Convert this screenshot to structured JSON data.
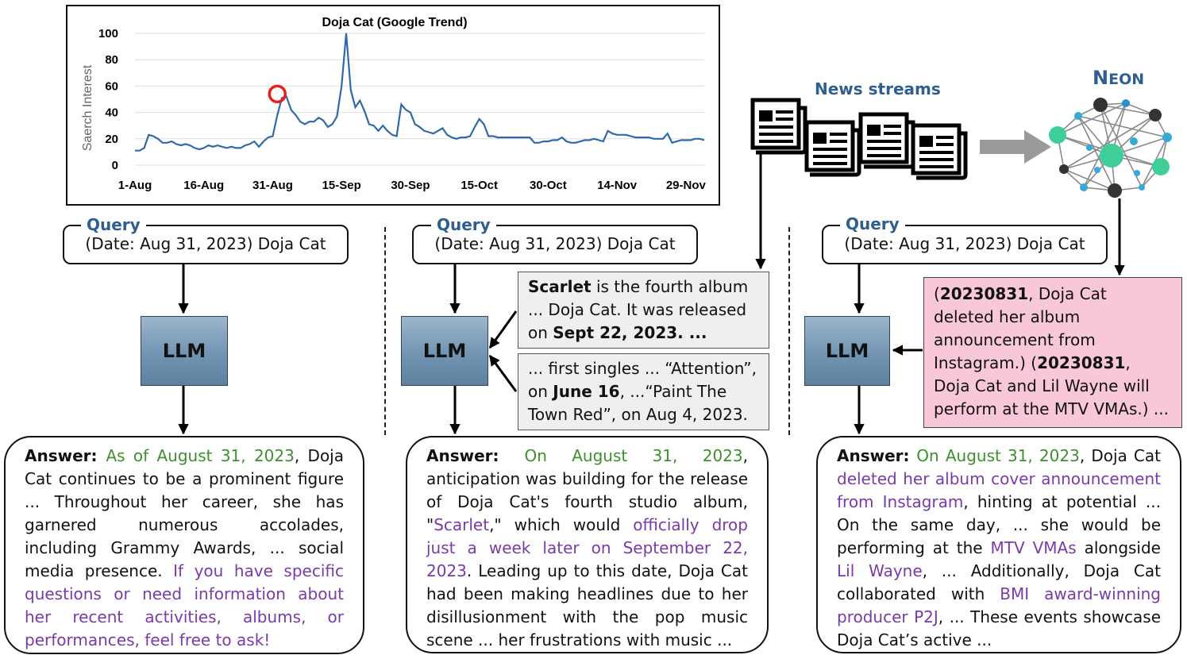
{
  "chart_data": {
    "type": "line",
    "title": "Doja Cat (Google Trend)",
    "xlabel": "",
    "ylabel": "Saerch Interest",
    "ylim": [
      0,
      100
    ],
    "yticks": [
      "0",
      "20",
      "40",
      "60",
      "80",
      "100"
    ],
    "xtick_labels": [
      "1-Aug",
      "16-Aug",
      "31-Aug",
      "15-Sep",
      "30-Sep",
      "15-Oct",
      "30-Oct",
      "14-Nov",
      "29-Nov"
    ],
    "x_start": "2023-08-01",
    "x_end": "2023-11-30",
    "values": [
      11,
      11,
      13,
      23,
      22,
      20,
      17,
      17,
      18,
      16,
      15,
      16,
      15,
      13,
      12,
      13,
      15,
      14,
      15,
      14,
      13,
      14,
      13,
      13,
      15,
      16,
      18,
      14,
      18,
      21,
      22,
      38,
      51,
      52,
      42,
      38,
      33,
      31,
      33,
      33,
      36,
      34,
      29,
      31,
      37,
      60,
      100,
      57,
      44,
      49,
      41,
      31,
      30,
      26,
      30,
      26,
      23,
      22,
      46,
      42,
      40,
      31,
      29,
      26,
      25,
      24,
      26,
      28,
      23,
      21,
      20,
      21,
      21,
      22,
      29,
      35,
      31,
      22,
      22,
      21,
      21,
      21,
      21,
      21,
      21,
      21,
      21,
      17,
      17,
      18,
      18,
      19,
      19,
      21,
      18,
      17,
      17,
      18,
      19,
      19,
      20,
      19,
      18,
      26,
      24,
      23,
      23,
      23,
      22,
      21,
      21,
      21,
      21,
      20,
      20,
      20,
      24,
      17,
      18,
      19,
      19,
      19,
      20,
      20,
      19
    ],
    "highlight": {
      "x": "2023-08-31",
      "value": 51,
      "color": "#e8201c"
    },
    "line_color": "#2e6aa8",
    "grid": true,
    "legend": "none"
  },
  "news": {
    "title": "News streams"
  },
  "neon": {
    "title_big": "N",
    "title_small": "EON"
  },
  "panels": {
    "left": {
      "query_label": "Query",
      "query_text": "(Date: Aug 31, 2023) Doja Cat",
      "llm_label": "LLM",
      "answer": [
        {
          "t": "Answer: ",
          "s": "b"
        },
        {
          "t": "As of August 31, 2023",
          "s": "green"
        },
        {
          "t": ", Doja Cat continues to be a prominent figure ... Throughout her career, she has garnered numerous accolades, including Grammy Awards, ... social media presence. ",
          "s": ""
        },
        {
          "t": "If you have specific questions or need information about her recent activities, albums, or performances, feel free to ask!",
          "s": "purple"
        }
      ]
    },
    "middle": {
      "query_label": "Query",
      "query_text": "(Date: Aug 31, 2023) Doja Cat",
      "llm_label": "LLM",
      "doc1": [
        {
          "t": "Scarlet",
          "s": "b"
        },
        {
          "t": " is the fourth album ... Doja Cat. It was released on ",
          "s": ""
        },
        {
          "t": "Sept 22, 2023. ...",
          "s": "b"
        }
      ],
      "doc2": [
        {
          "t": "... first singles ... “Attention”, on ",
          "s": ""
        },
        {
          "t": "June 16",
          "s": "b"
        },
        {
          "t": ", ...“Paint The Town Red”, on Aug 4, 2023.",
          "s": ""
        }
      ],
      "answer": [
        {
          "t": "Answer: ",
          "s": "b"
        },
        {
          "t": "On August 31, 2023",
          "s": "green"
        },
        {
          "t": ", anticipation was building for the release of Doja Cat's fourth studio album, \"",
          "s": ""
        },
        {
          "t": "Scarlet",
          "s": "purple"
        },
        {
          "t": ",\" which would ",
          "s": ""
        },
        {
          "t": "officially drop just a week later on September 22, 2023",
          "s": "purple"
        },
        {
          "t": ". Leading up to this date, Doja Cat had been making headlines due to her disillusionment with the pop music scene ... her frustrations with music ...",
          "s": ""
        }
      ]
    },
    "right": {
      "query_label": "Query",
      "query_text": "(Date: Aug 31, 2023) Doja Cat",
      "llm_label": "LLM",
      "doc": [
        {
          "t": "(",
          "s": ""
        },
        {
          "t": "20230831",
          "s": "b"
        },
        {
          "t": ", Doja Cat deleted her album announcement from Instagram.) (",
          "s": ""
        },
        {
          "t": "20230831",
          "s": "b"
        },
        {
          "t": ", Doja Cat and Lil Wayne will perform at the MTV VMAs.) ...",
          "s": ""
        }
      ],
      "answer": [
        {
          "t": "Answer: ",
          "s": "b"
        },
        {
          "t": "On August 31, 2023",
          "s": "green"
        },
        {
          "t": ", Doja Cat ",
          "s": ""
        },
        {
          "t": "deleted her album cover announcement from Instagram",
          "s": "purple"
        },
        {
          "t": ", hinting at potential ... On the same day, ... she would be performing at the ",
          "s": ""
        },
        {
          "t": "MTV VMAs",
          "s": "purple"
        },
        {
          "t": " alongside ",
          "s": ""
        },
        {
          "t": "Lil Wayne",
          "s": "purple"
        },
        {
          "t": ", ... Additionally, Doja Cat collaborated with ",
          "s": ""
        },
        {
          "t": "BMI award-winning producer P2J",
          "s": "purple"
        },
        {
          "t": ", ... These events showcase Doja Cat’s active ...",
          "s": ""
        }
      ]
    }
  }
}
